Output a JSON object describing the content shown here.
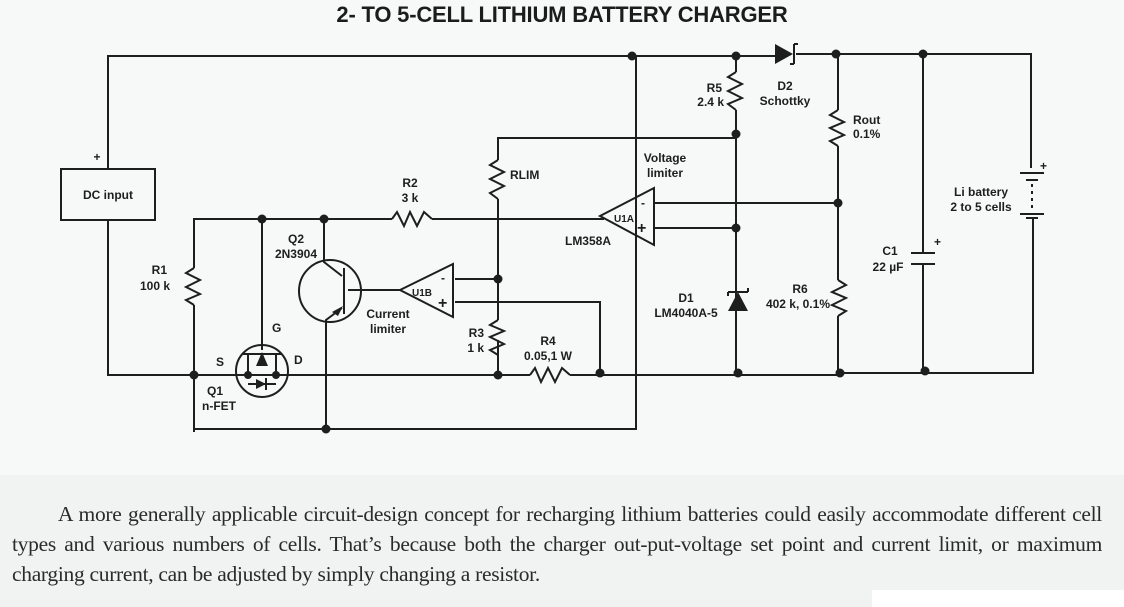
{
  "title": "2- TO 5-CELL LITHIUM BATTERY CHARGER",
  "components": {
    "dc_input": {
      "label": "DC input",
      "polarity": "+"
    },
    "r1": {
      "name": "R1",
      "value": "100 k"
    },
    "r2": {
      "name": "R2",
      "value": "3 k"
    },
    "r3": {
      "name": "R3",
      "value": "1 k"
    },
    "r4": {
      "name": "R4",
      "value": "0.05,1 W"
    },
    "r5": {
      "name": "R5",
      "value": "2.4 k"
    },
    "r6": {
      "name": "R6",
      "value": "402 k, 0.1%"
    },
    "rlim": {
      "name": "RLIM"
    },
    "rout": {
      "name": "Rout",
      "value": "0.1%"
    },
    "q1": {
      "name": "Q1",
      "type": "n-FET",
      "pins": {
        "gate": "G",
        "source": "S",
        "drain": "D"
      }
    },
    "q2": {
      "name": "Q2",
      "part": "2N3904"
    },
    "u1a": {
      "name": "U1A",
      "part": "LM358A",
      "function_line1": "Voltage",
      "function_line2": "limiter",
      "minus": "-",
      "plus": "+"
    },
    "u1b": {
      "name": "U1B",
      "function_line1": "Current",
      "function_line2": "limiter",
      "minus": "-",
      "plus": "+"
    },
    "d1": {
      "name": "D1",
      "part": "LM4040A-5"
    },
    "d2": {
      "name": "D2",
      "part": "Schottky"
    },
    "c1": {
      "name": "C1",
      "value": "22 µF",
      "polarity": "+"
    },
    "battery": {
      "label_line1": "Li battery",
      "label_line2": "2 to 5 cells",
      "polarity": "+"
    }
  },
  "caption": "A more generally applicable circuit-design concept for recharging lithium batteries could easily accommodate different cell types and various numbers of cells. That’s because both the charger out-put-voltage set point and current limit, or maximum charging current, can be adjusted by simply changing a resistor."
}
